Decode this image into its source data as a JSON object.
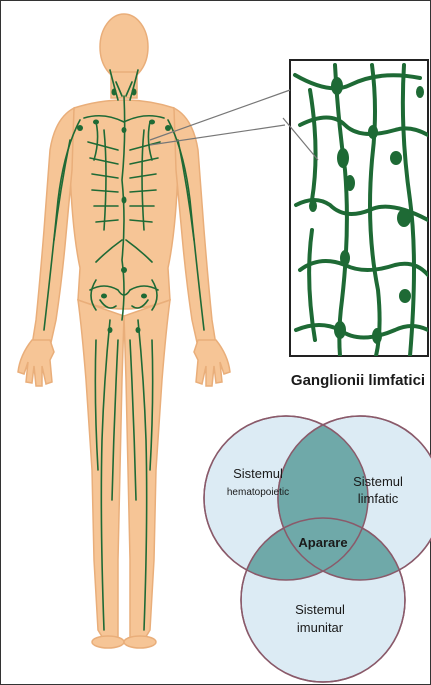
{
  "inset": {
    "caption": "Ganglionii limfatici"
  },
  "venn": {
    "circle_hematopoietic": {
      "line1": "Sistemul",
      "line2": "hematopoietic"
    },
    "circle_lymphatic": {
      "line1": "Sistemul",
      "line2": "limfatic"
    },
    "circle_immune": {
      "line1": "Sistemul",
      "line2": "imunitar"
    },
    "center": "Aparare"
  },
  "colors": {
    "skin": "#f6c596",
    "skin_edge": "#e9ae7a",
    "lymph": "#1e6a35",
    "circle_fill": "#dcebf4",
    "circle_stroke": "#8a5a6a",
    "intersection": "#6fa9a9"
  }
}
